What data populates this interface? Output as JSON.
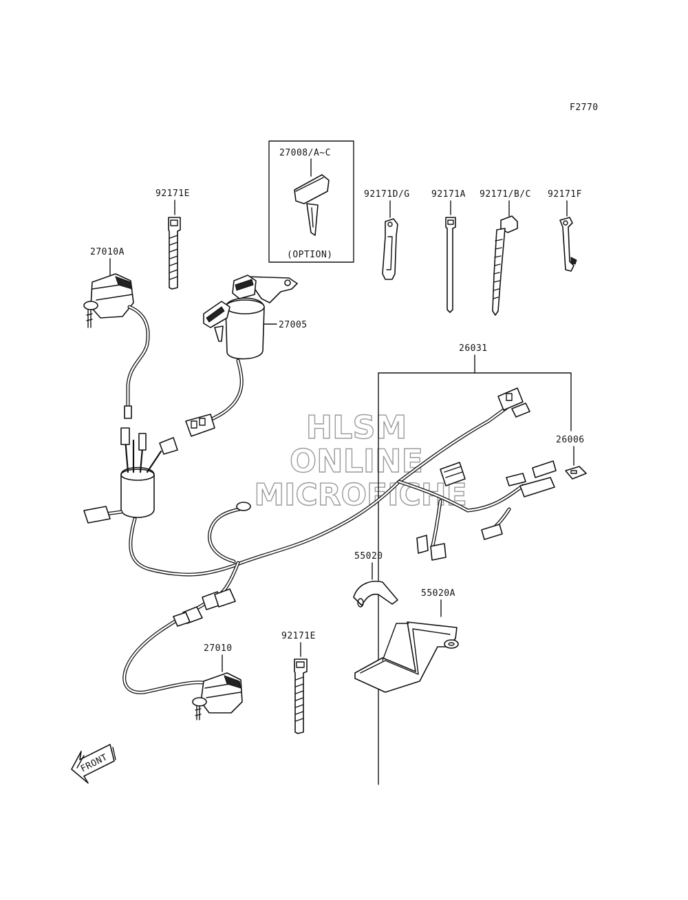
{
  "figure_code": "F2770",
  "callouts": {
    "p27008": "27008/A~C",
    "option": "(OPTION)",
    "p92171E_top": "92171E",
    "p27010A": "27010A",
    "p27005": "27005",
    "p92171DG": "92171D/G",
    "p92171A": "92171A",
    "p92171BC": "92171/B/C",
    "p92171F": "92171F",
    "p26031": "26031",
    "p26006": "26006",
    "p55020": "55020",
    "p55020A": "55020A",
    "p27010": "27010",
    "p92171E_bottom": "92171E"
  },
  "watermark": {
    "line1": "HLSM",
    "line2": "ONLINE",
    "line3": "MICROFICHE"
  },
  "front_arrow": "FRONT"
}
